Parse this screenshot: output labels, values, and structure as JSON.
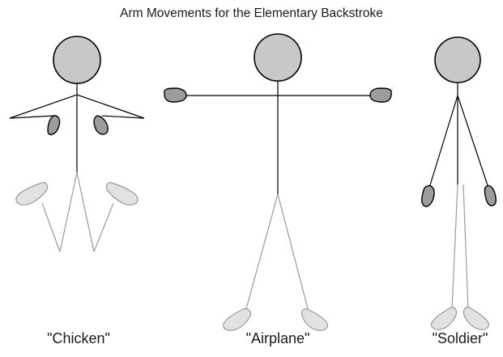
{
  "title": "Arm Movements for the Elementary Backstroke",
  "figures": [
    {
      "label": "\"Chicken\""
    },
    {
      "label": "\"Airplane\""
    },
    {
      "label": "\"Soldier\""
    }
  ],
  "colors": {
    "head_fill": "#c8c8c8",
    "hand_fill": "#9c9c9c",
    "foot_fill": "#e2e2e2",
    "leg_stroke": "#9a9a9a",
    "outline": "#000000"
  }
}
